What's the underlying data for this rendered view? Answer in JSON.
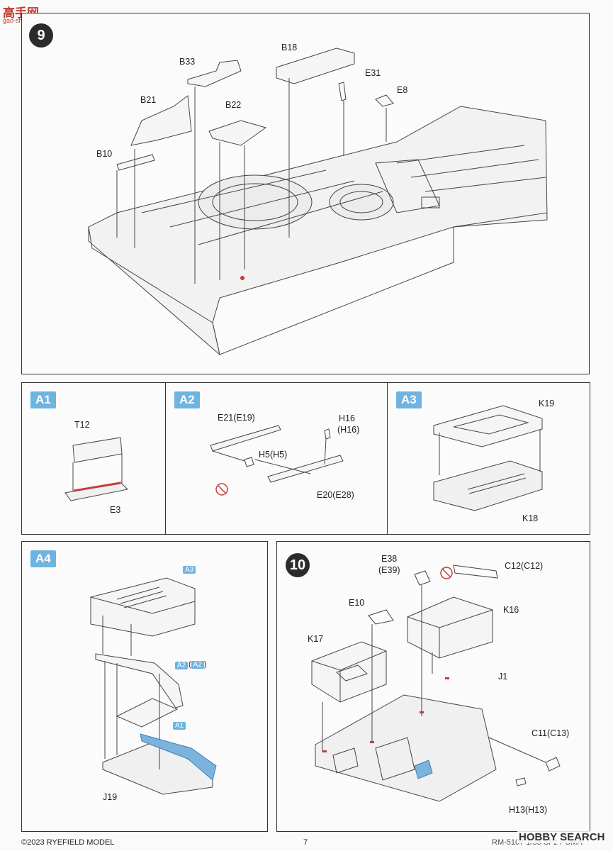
{
  "watermark_top": {
    "logo": "高手网",
    "url": "gao-shou.com"
  },
  "step9": {
    "number": "9",
    "parts": {
      "b18": "B18",
      "b33": "B33",
      "e31": "E31",
      "e8": "E8",
      "b21": "B21",
      "b22": "B22",
      "b10": "B10"
    }
  },
  "sub_a1": {
    "badge": "A1",
    "parts": {
      "t12": "T12",
      "e3": "E3"
    }
  },
  "sub_a2": {
    "badge": "A2",
    "parts": {
      "e21": "E21(E19)",
      "h16a": "H16",
      "h16b": "(H16)",
      "h5": "H5(H5)",
      "e20": "E20(E28)"
    }
  },
  "sub_a3": {
    "badge": "A3",
    "parts": {
      "k19": "K19",
      "k18": "K18"
    }
  },
  "sub_a4": {
    "badge": "A4",
    "parts": {
      "a3": "A3",
      "a2": "A2",
      "a2b": "A2",
      "a1": "A1",
      "j19": "J19"
    }
  },
  "step10": {
    "number": "10",
    "parts": {
      "e38": "E38",
      "e39": "(E39)",
      "c12": "C12(C12)",
      "e10": "E10",
      "k16": "K16",
      "k17": "K17",
      "j1": "J1",
      "c11": "C11(C13)",
      "h13": "H13(H13)"
    }
  },
  "footer": {
    "copyright": "©2023 RYEFIELD MODEL",
    "page": "7",
    "code": "RM-5107  1/35  SPz PUMA",
    "watermark": "HOBBY SEARCH"
  }
}
